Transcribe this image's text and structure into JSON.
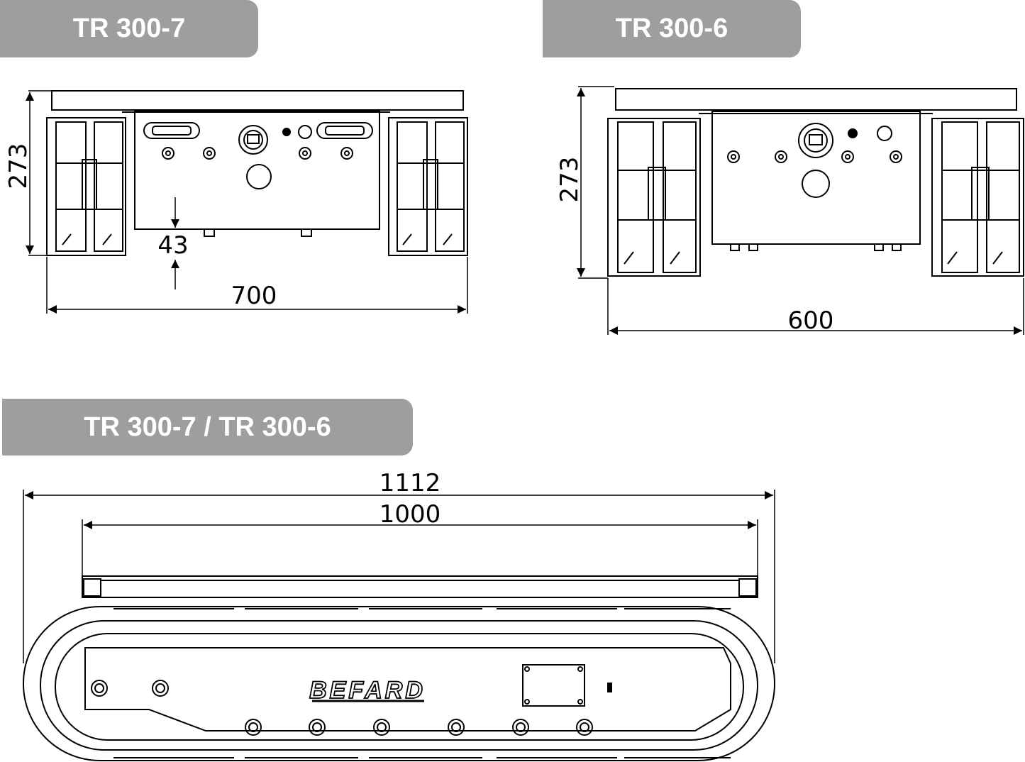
{
  "headers": {
    "tr300_7": "TR 300-7",
    "tr300_6": "TR 300-6",
    "combined": "TR 300-7 / TR 300-6"
  },
  "front_view_7": {
    "height": "273",
    "clearance": "43",
    "width": "700"
  },
  "front_view_6": {
    "height": "273",
    "width": "600"
  },
  "side_view": {
    "overall_length": "1112",
    "platform_length": "1000",
    "brand": "BEFARD"
  },
  "colors": {
    "tab_background": "#9e9e9e",
    "tab_text": "#ffffff",
    "line": "#000000"
  }
}
